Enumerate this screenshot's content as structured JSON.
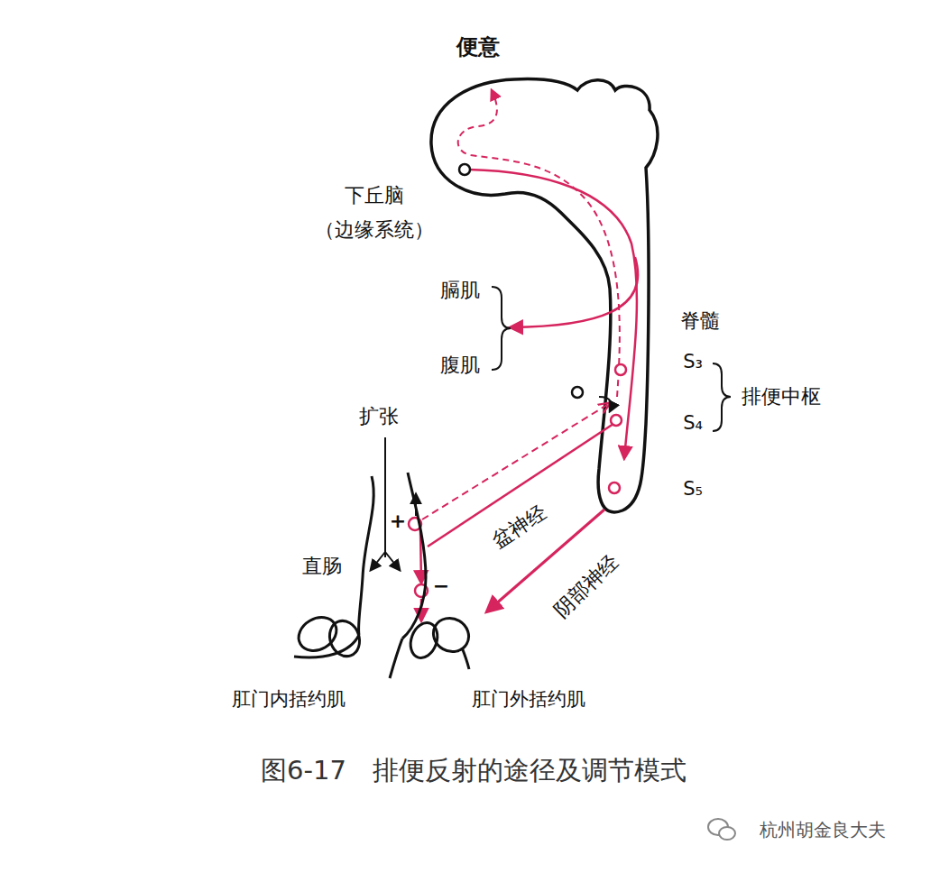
{
  "diagram": {
    "caption": "图6-17　排便反射的途径及调节模式",
    "labels": [
      "便意",
      "下丘脑 （边缘系统）",
      "膈肌",
      "腹肌",
      "脊髓",
      "S₃",
      "S₄",
      "S₅",
      "排便中枢",
      "扩张",
      "直肠",
      "+",
      "−",
      "盆神经",
      "阴部神经",
      "肛门内括约肌",
      "肛门外括约肌",
      "杭州胡金良大夫"
    ]
  }
}
